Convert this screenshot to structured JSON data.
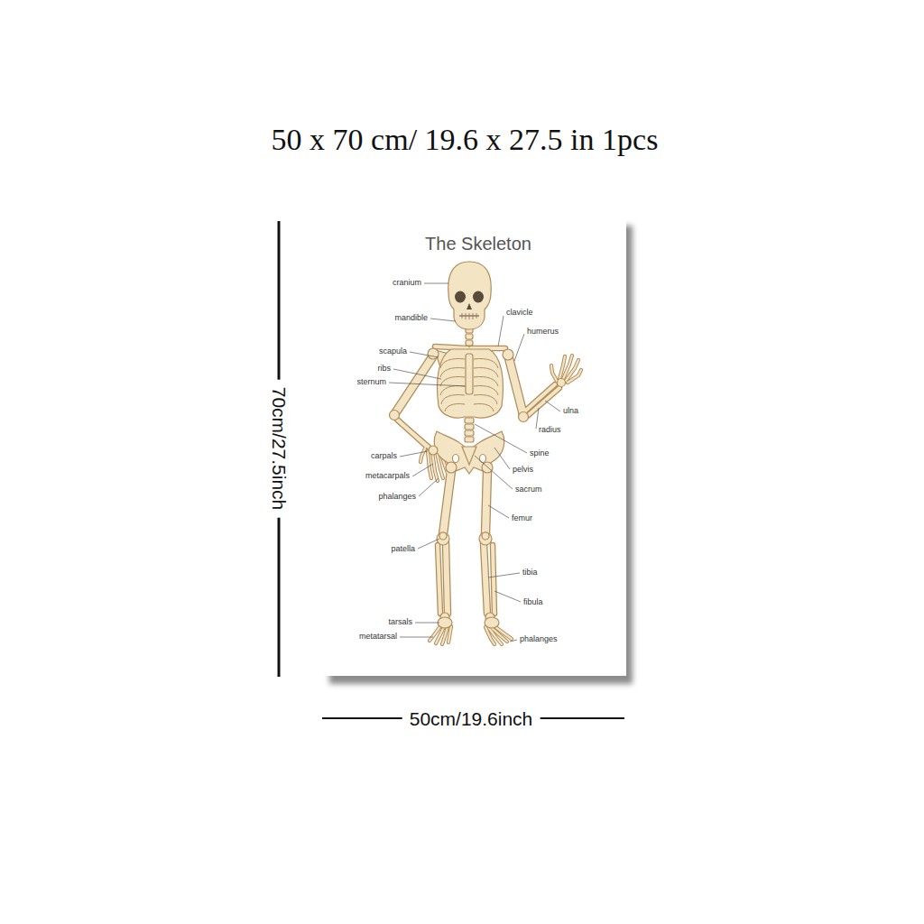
{
  "diagram": {
    "title": "50 x 70 cm/ 19.6 x 27.5 in 1pcs",
    "nodes": [
      {
        "text": [
          "The Skeleton"
        ]
      }
    ],
    "labels": [
      "cranium",
      "mandible",
      "clavicle",
      "humerus",
      "scapula",
      "ribs",
      "sternum",
      "ulna",
      "radius",
      "spine",
      "carpals",
      "pelvis",
      "metacarpals",
      "sacrum",
      "phalanges",
      "femur",
      "patella",
      "tibia",
      "fibula",
      "tarsals",
      "metatarsal",
      "phalanges",
      "70cm/27.5inch",
      "50cm/19.6inch"
    ]
  }
}
